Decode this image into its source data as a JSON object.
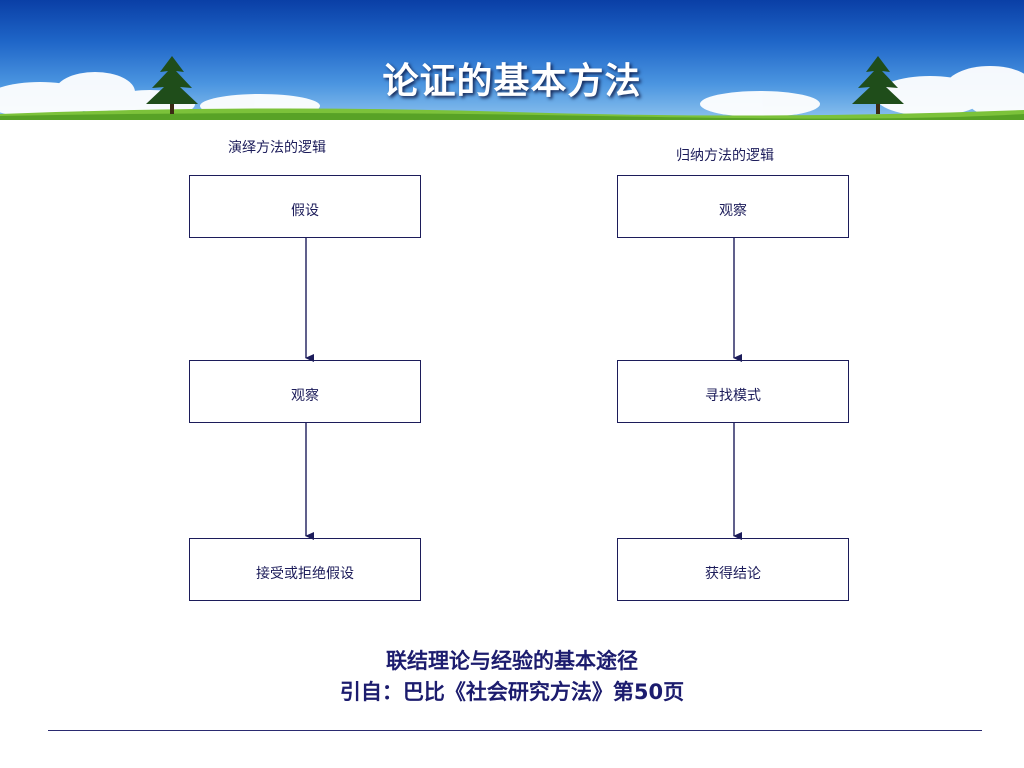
{
  "slide": {
    "title": "论证的基本方法"
  },
  "deductive": {
    "title": "演绎方法的逻辑",
    "steps": [
      "假设",
      "观察",
      "接受或拒绝假设"
    ]
  },
  "inductive": {
    "title": "归纳方法的逻辑",
    "steps": [
      "观察",
      "寻找模式",
      "获得结论"
    ]
  },
  "captions": {
    "line1": "联结理论与经验的基本途径",
    "line2": "引自：巴比《社会研究方法》第50页"
  },
  "colors": {
    "box_border": "#1c1c5a",
    "arrow": "#1c1c5a",
    "caption_text": "#1c1c6e",
    "banner_top": "#0a3fa6",
    "banner_bottom": "#8cc2ee",
    "grass": "#7cc23a"
  }
}
